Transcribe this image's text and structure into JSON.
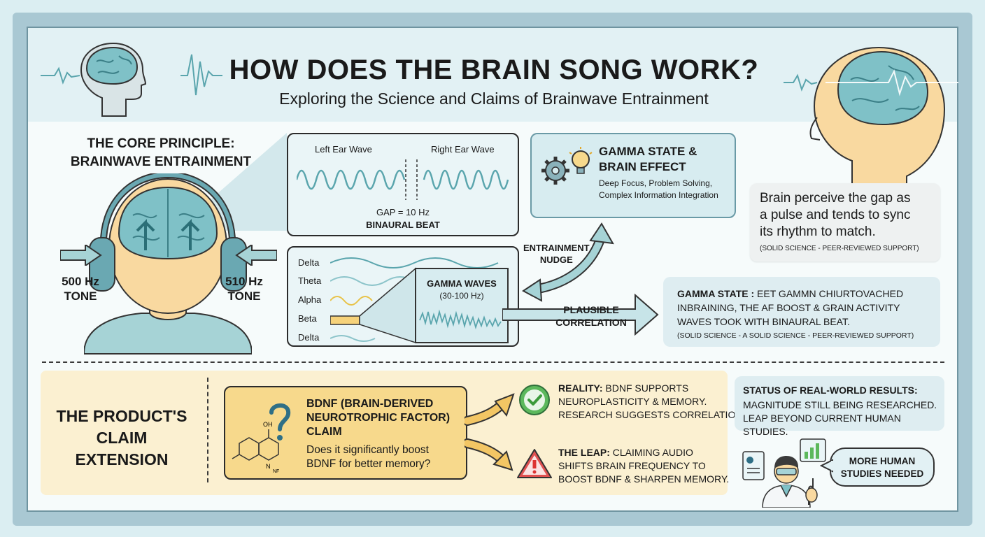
{
  "header": {
    "title": "HOW DOES THE BRAIN SONG WORK?",
    "subtitle": "Exploring the Science and Claims of Brainwave Entrainment"
  },
  "core": {
    "title_line1": "THE CORE PRINCIPLE:",
    "title_line2": "BRAINWAVE ENTRAINMENT",
    "left_tone_hz": "500 Hz",
    "left_tone_label": "TONE",
    "right_tone_hz": "510 Hz",
    "right_tone_label": "TONE"
  },
  "binaural": {
    "left_label": "Left Ear Wave",
    "right_label": "Right Ear Wave",
    "gap": "GAP = 10 Hz",
    "beat": "BINAURAL BEAT"
  },
  "bands": {
    "labels": [
      "Delta",
      "Theta",
      "Alpha",
      "Beta",
      "Delta"
    ],
    "gamma_title": "GAMMA WAVES",
    "gamma_range": "(30-100 Hz)"
  },
  "gamma_effect": {
    "title_line1": "GAMMA STATE &",
    "title_line2": "BRAIN EFFECT",
    "desc_line1": "Deep Focus, Problem Solving,",
    "desc_line2": "Complex Information Integration"
  },
  "arrows": {
    "entrainment_line1": "ENTRAINMENT",
    "entrainment_line2": "NUDGE",
    "plausible_line1": "PLAUSIBLE",
    "plausible_line2": "CORRELATION"
  },
  "perception": {
    "line1": "Brain perceive the gap as",
    "line2": "a pulse and tends to sync",
    "line3": "its rhythm to match.",
    "note": "(SOLID SCIENCE - PEER-REVIEWED SUPPORT)"
  },
  "gamma_state": {
    "line1_bold": "GAMMA STATE :",
    "line1_rest": " EET GAMMN CHIURTOVACHED",
    "line2": "INBRAINING, THE AF BOOST & GRAIN ACTIVITY",
    "line3": "WAVES TOOK WITH BINAURAL BEAT.",
    "note": "(SOLID SCIENCE - A SOLID SCIENCE - PEER-REVIEWED SUPPORT)"
  },
  "product": {
    "title_line1": "THE PRODUCT'S",
    "title_line2": "CLAIM",
    "title_line3": "EXTENSION"
  },
  "claim": {
    "line1": "BDNF (BRAIN-DERIVED",
    "line2": "NEUROTROPHIC FACTOR)",
    "line3": "CLAIM",
    "q1": "Does it significantly boost",
    "q2": "BDNF for better memory?",
    "mol_oh": "OH",
    "mol_n": "N",
    "mol_nf": "NF"
  },
  "reality": {
    "label": "REALITY:",
    "line1_rest": " BDNF SUPPORTS",
    "line2": "NEUROPLASTICITY & MEMORY.",
    "line3": "RESEARCH SUGGESTS CORRELATION."
  },
  "leap": {
    "label": "THE LEAP:",
    "line1_rest": " CLAIMING AUDIO",
    "line2": "SHIFTS BRAIN FREQUENCY TO",
    "line3": "BOOST BDNF & SHARPEN MEMORY."
  },
  "status": {
    "title": "STATUS OF REAL-WORLD RESULTS:",
    "line1": "MAGNITUDE STILL BEING RESEARCHED.",
    "line2": "LEAP BEYOND CURRENT HUMAN STUDIES."
  },
  "studies": {
    "line1": "MORE HUMAN",
    "line2": "STUDIES NEEDED"
  },
  "colors": {
    "teal": "#6fb3ba",
    "skin": "#f9d9a0",
    "yellow_band": "#fbf0d1",
    "claim_yellow": "#f7d98c",
    "check_green": "#5cb85c",
    "warn_red": "#e05151"
  },
  "icons": [
    "brain-head-icon",
    "headphones-icon",
    "gear-icon",
    "lightbulb-icon",
    "question-icon",
    "check-icon",
    "warning-icon",
    "scientist-icon",
    "chart-icon"
  ]
}
